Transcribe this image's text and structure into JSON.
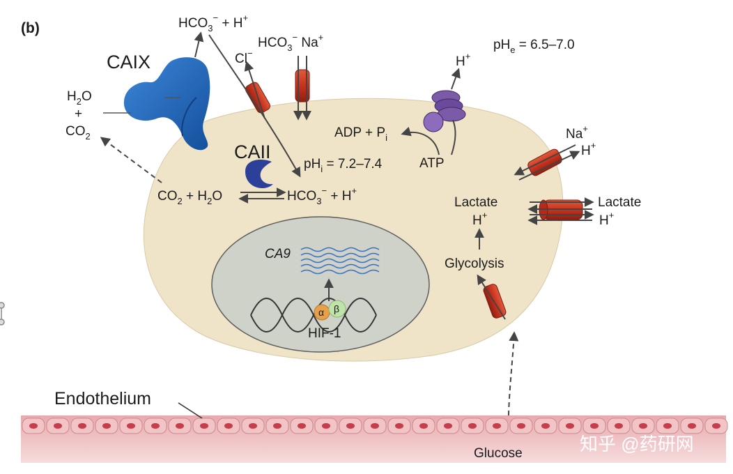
{
  "panel_label": "(b)",
  "extracellular": {
    "hco3_h_top": {
      "base": "HCO",
      "sub": "3",
      "sup": "−",
      "rest": " + H",
      "rest_sup": "+"
    },
    "chloride": {
      "base": "Cl",
      "sup": "−"
    },
    "hco3_na": {
      "base": "HCO",
      "sub": "3",
      "sup": "−",
      "rest": " Na",
      "rest_sup": "+"
    },
    "h_proton_pump": {
      "base": "H",
      "sup": "+"
    },
    "ph_e": {
      "base": "pH",
      "sub": "e",
      "rest": " = 6.5–7.0"
    },
    "caix": "CAIX",
    "h2o": {
      "base": "H",
      "sub": "2",
      "rest": "O"
    },
    "plus": "+",
    "co2": {
      "base": "CO",
      "sub": "2"
    },
    "na_out": {
      "base": "Na",
      "sup": "+"
    },
    "h_out": {
      "base": "H",
      "sup": "+"
    },
    "lactate_out": "Lactate",
    "h_lactate_out": {
      "base": "H",
      "sup": "+"
    },
    "endothelium": "Endothelium",
    "glucose": "Glucose"
  },
  "intracellular": {
    "adp": {
      "base": "ADP + P",
      "sub": "i"
    },
    "atp": "ATP",
    "caii": "CAII",
    "ph_i": {
      "base": "pH",
      "sub": "i",
      "rest": " = 7.2–7.4"
    },
    "co2_h2o": {
      "base": "CO",
      "sub": "2",
      "rest": " + H",
      "sub2": "2",
      "rest2": "O"
    },
    "hco3_h_in": {
      "base": "HCO",
      "sub": "3",
      "sup": "−",
      "rest": " + H",
      "rest_sup": "+"
    },
    "lactate_in": "Lactate",
    "h_in": {
      "base": "H",
      "sup": "+"
    },
    "glycolysis": "Glycolysis"
  },
  "nucleus": {
    "gene": "CA9",
    "alpha": "α",
    "beta": "β",
    "hif": "HIF-1"
  },
  "watermark": "知乎 @药研网",
  "colors": {
    "cell": "#efe3c8",
    "nucleus": "#cfd2c9",
    "transporter": "#c8321d",
    "caix": "#1f63b5",
    "pump": "#6b4a9c",
    "mrna": "#3a6fc4",
    "endothelium": "#e8a9ad"
  }
}
